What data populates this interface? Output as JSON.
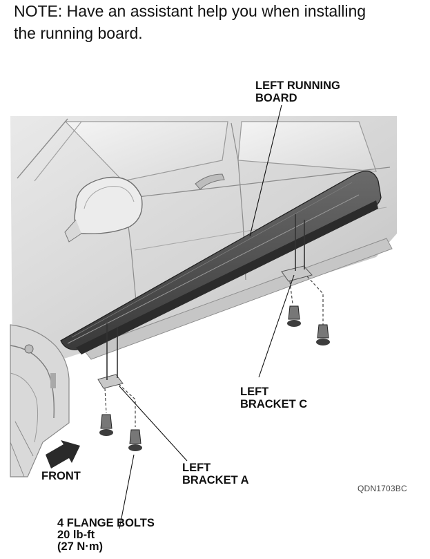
{
  "note": "NOTE: Have an assistant help you when installing\nthe running board.",
  "callouts": {
    "running_board": "LEFT RUNNING\nBOARD",
    "bracket_c": "LEFT\nBRACKET C",
    "bracket_a": "LEFT\nBRACKET A",
    "front": "FRONT",
    "bolts": "4 FLANGE BOLTS\n20 lb-ft\n(27 N·m)"
  },
  "figure_code": "QDN1703BC"
}
